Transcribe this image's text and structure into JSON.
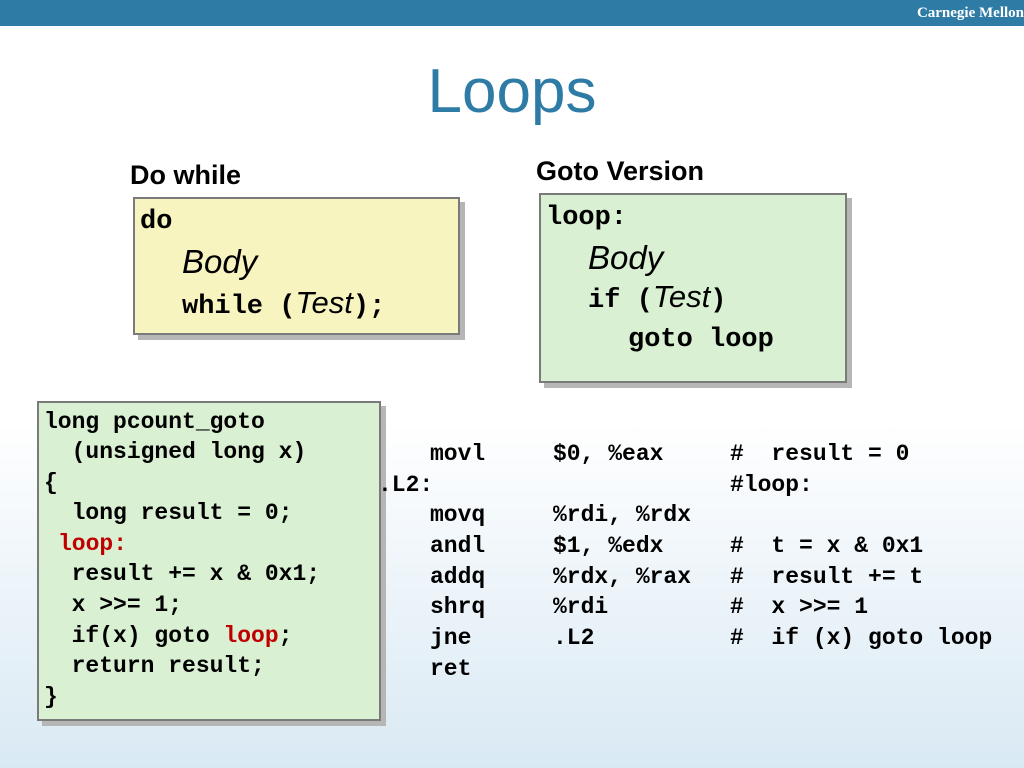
{
  "header": {
    "brand": "Carnegie Mellon"
  },
  "title": "Loops",
  "do_while": {
    "heading": "Do while",
    "do": "do",
    "body": "Body",
    "while_kw": "while (",
    "test": "Test",
    "close": ");"
  },
  "goto_version": {
    "heading": "Goto Version",
    "loop_label": "loop:",
    "body": "Body",
    "if_kw": "if (",
    "test": "Test",
    "close": ")",
    "goto": "goto loop"
  },
  "c_code": {
    "line1": "long pcount_goto",
    "line2": "  (unsigned long x)",
    "line3": "{",
    "line4": "  long result = 0;",
    "line5_label": "loop:",
    "line6": "  result += x & 0x1;",
    "line7": "  x >>= 1;",
    "line8_pre": "  if(x) goto ",
    "line8_label": "loop",
    "line8_post": ";",
    "line9": "  return result;",
    "line10": "}"
  },
  "assembly": [
    {
      "label": "",
      "op": "movl",
      "args": "$0, %eax",
      "comment": "#  result = 0"
    },
    {
      "label": ".L2:",
      "op": "",
      "args": "",
      "comment": "#loop:"
    },
    {
      "label": "",
      "op": "movq",
      "args": "%rdi, %rdx",
      "comment": ""
    },
    {
      "label": "",
      "op": "andl",
      "args": "$1, %edx",
      "comment": "#  t = x & 0x1"
    },
    {
      "label": "",
      "op": "addq",
      "args": "%rdx, %rax",
      "comment": "#  result += t"
    },
    {
      "label": "",
      "op": "shrq",
      "args": "%rdi",
      "comment": "#  x >>= 1"
    },
    {
      "label": "",
      "op": "jne",
      "args": ".L2",
      "comment": "#  if (x) goto loop"
    },
    {
      "label": "",
      "op": "ret",
      "args": "",
      "comment": ""
    }
  ],
  "colors": {
    "accent": "#2e7ba6",
    "loop_label": "#c00000",
    "do_while_box": "#f8f4c0",
    "goto_box": "#d9f0d3",
    "c_code_box": "#d9f0d3"
  }
}
